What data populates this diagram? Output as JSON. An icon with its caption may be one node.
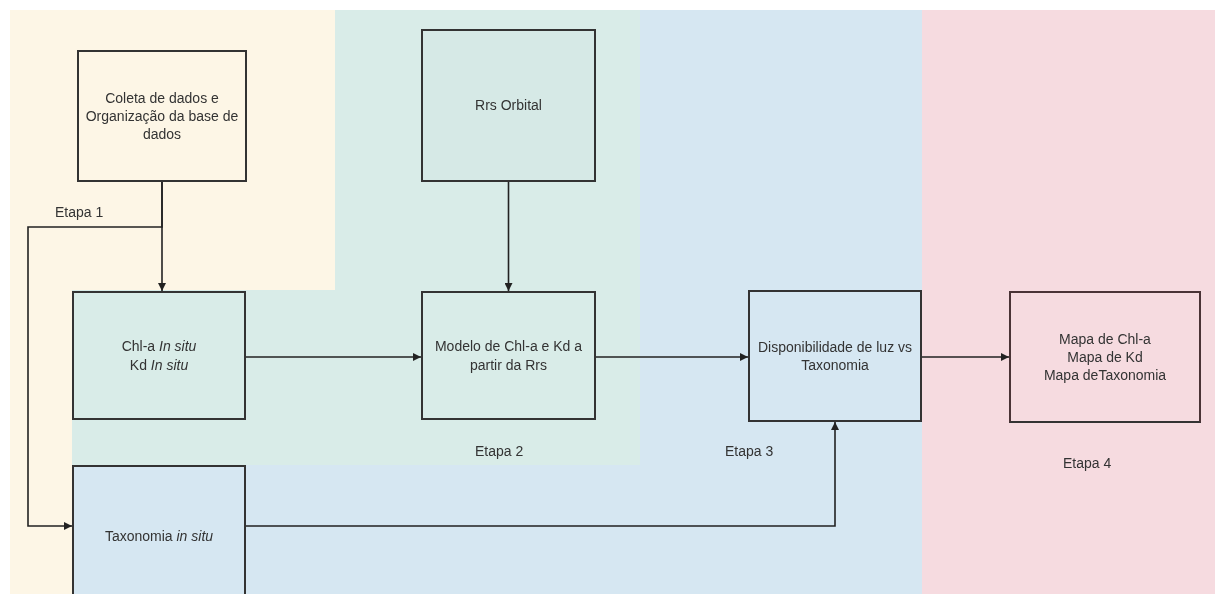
{
  "diagram": {
    "nodes": [
      {
        "text": [
          "Coleta de dados e Organização da base de dados"
        ]
      },
      {
        "text": [
          "Rrs Orbital"
        ]
      },
      {
        "text": [
          "Chl-a *In situ*",
          "Kd *In situ*"
        ]
      },
      {
        "text": [
          "Modelo de Chl-a e Kd a partir da Rrs"
        ]
      },
      {
        "text": [
          "Disponibilidade de luz vs Taxonomia"
        ]
      },
      {
        "text": [
          "Mapa de Chl-a",
          "Mapa de Kd",
          "Mapa deTaxonomia"
        ]
      },
      {
        "text": [
          "Taxonomia *in situ*"
        ]
      }
    ],
    "edges": [
      {
        "from": 0,
        "to": 2,
        "arrow": "to"
      },
      {
        "from": 0,
        "to": 6,
        "arrow": "to"
      },
      {
        "from": 1,
        "to": 3,
        "arrow": "to"
      },
      {
        "from": 2,
        "to": 3,
        "arrow": "to"
      },
      {
        "from": 3,
        "to": 4,
        "arrow": "to"
      },
      {
        "from": 6,
        "to": 4,
        "arrow": "to"
      },
      {
        "from": 4,
        "to": 5,
        "arrow": "to"
      }
    ],
    "labels": [
      "Etapa 1",
      "Etapa 2",
      "Etapa 3",
      "Etapa 4"
    ]
  }
}
